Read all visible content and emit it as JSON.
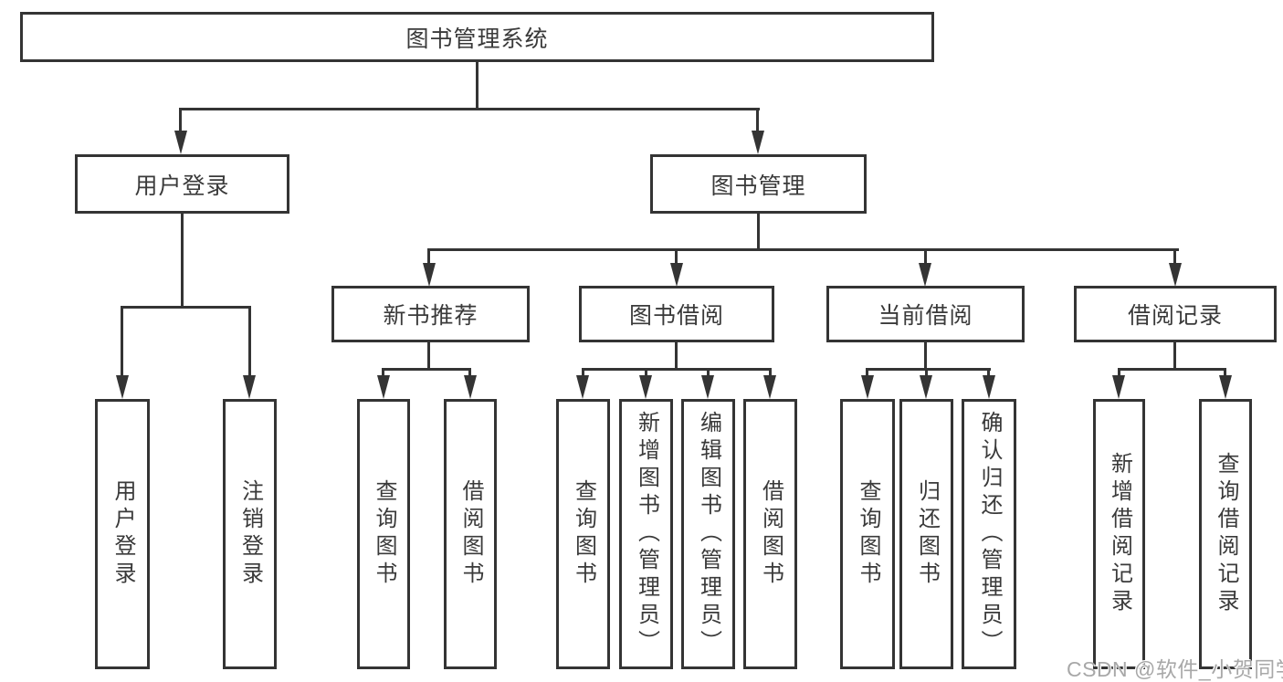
{
  "colors": {
    "line": "#343434",
    "text": "#3a3a3a",
    "background": "#ffffff",
    "watermark": "#a8a8a8"
  },
  "watermark": {
    "text": "CSDN @软件_小贺同学"
  },
  "tree": {
    "label": "图书管理系统",
    "children": [
      {
        "label": "用户登录",
        "children": [
          {
            "label": "用户登录"
          },
          {
            "label": "注销登录"
          }
        ]
      },
      {
        "label": "图书管理",
        "children": [
          {
            "label": "新书推荐",
            "children": [
              {
                "label": "查询图书"
              },
              {
                "label": "借阅图书"
              }
            ]
          },
          {
            "label": "图书借阅",
            "children": [
              {
                "label": "查询图书"
              },
              {
                "label": "新增图书（管理员）"
              },
              {
                "label": "编辑图书（管理员）"
              },
              {
                "label": "借阅图书"
              }
            ]
          },
          {
            "label": "当前借阅",
            "children": [
              {
                "label": "查询图书"
              },
              {
                "label": "归还图书"
              },
              {
                "label": "确认归还（管理员）"
              }
            ]
          },
          {
            "label": "借阅记录",
            "children": [
              {
                "label": "新增借阅记录"
              },
              {
                "label": "查询借阅记录"
              }
            ]
          }
        ]
      }
    ]
  }
}
